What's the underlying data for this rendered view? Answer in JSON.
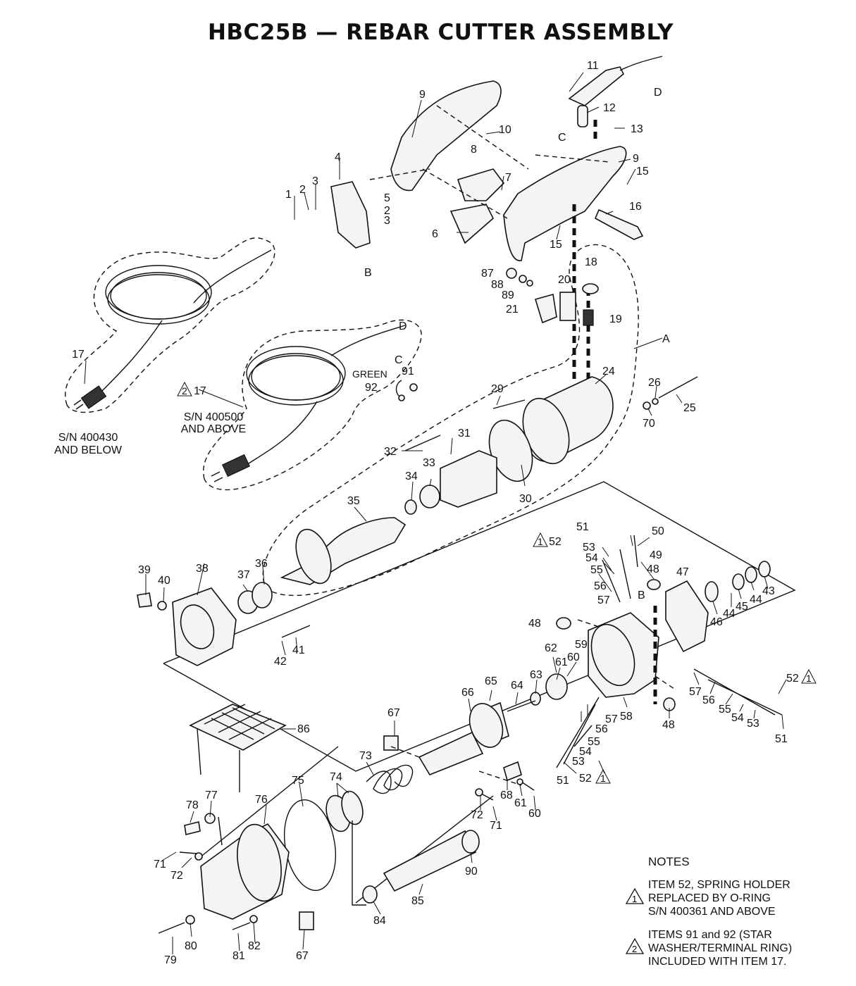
{
  "title": "HBC25B — REBAR CUTTER ASSEMBLY",
  "labels": {
    "p1": "1",
    "p2a": "2",
    "p3a": "3",
    "p4": "4",
    "p5": "5",
    "p2b": "2",
    "p3b": "3",
    "p6": "6",
    "p7": "7",
    "p8": "8",
    "p9a": "9",
    "p9b": "9",
    "p10": "10",
    "p11": "11",
    "p12": "12",
    "p13": "13",
    "p15a": "15",
    "p15b": "15",
    "p16": "16",
    "p17a": "17",
    "p17b": "17",
    "p18": "18",
    "p19": "19",
    "p20": "20",
    "p21": "21",
    "p24": "24",
    "p25": "25",
    "p26": "26",
    "p29": "29",
    "p30": "30",
    "p31": "31",
    "p32": "32",
    "p33": "33",
    "p34": "34",
    "p35": "35",
    "p36": "36",
    "p37": "37",
    "p38": "38",
    "p39": "39",
    "p40": "40",
    "p41": "41",
    "p42": "42",
    "p43": "43",
    "p44a": "44",
    "p44b": "44",
    "p45": "45",
    "p46": "46",
    "p47": "47",
    "p48a": "48",
    "p48b": "48",
    "p48c": "48",
    "p49": "49",
    "p50": "50",
    "p51a": "51",
    "p51b": "51",
    "p51c": "51",
    "p52a": "52",
    "p52b": "52",
    "p52c": "52",
    "p53a": "53",
    "p53b": "53",
    "p53c": "53",
    "p54a": "54",
    "p54b": "54",
    "p54c": "54",
    "p55a": "55",
    "p55b": "55",
    "p55c": "55",
    "p56a": "56",
    "p56b": "56",
    "p56c": "56",
    "p57a": "57",
    "p57b": "57",
    "p57c": "57",
    "p58": "58",
    "p59": "59",
    "p60a": "60",
    "p60b": "60",
    "p61a": "61",
    "p61b": "61",
    "p62": "62",
    "p63": "63",
    "p64": "64",
    "p65": "65",
    "p66": "66",
    "p67a": "67",
    "p67b": "67",
    "p68": "68",
    "p70": "70",
    "p71a": "71",
    "p71b": "71",
    "p72a": "72",
    "p72b": "72",
    "p73": "73",
    "p74": "74",
    "p75": "75",
    "p76": "76",
    "p77": "77",
    "p78": "78",
    "p79": "79",
    "p80": "80",
    "p81": "81",
    "p82": "82",
    "p84": "84",
    "p85": "85",
    "p86": "86",
    "p87": "87",
    "p88": "88",
    "p89": "89",
    "p90": "90",
    "p91": "91",
    "p92": "92",
    "refA": "A",
    "refB1": "B",
    "refB2": "B",
    "refC1": "C",
    "refC2": "C",
    "refD1": "D",
    "refD2": "D",
    "green": "GREEN",
    "sn1_line1": "S/N 400430",
    "sn1_line2": "AND BELOW",
    "sn2_line1": "S/N 400500",
    "sn2_line2": "AND ABOVE"
  },
  "notes": {
    "heading": "NOTES",
    "items": [
      {
        "marker": "1",
        "lines": [
          "ITEM 52, SPRING HOLDER",
          "REPLACED BY O-RING",
          "S/N 400361 AND ABOVE"
        ]
      },
      {
        "marker": "2",
        "lines": [
          "ITEMS 91 and 92 (STAR",
          "WASHER/TERMINAL RING)",
          "INCLUDED WITH ITEM 17."
        ]
      }
    ]
  }
}
